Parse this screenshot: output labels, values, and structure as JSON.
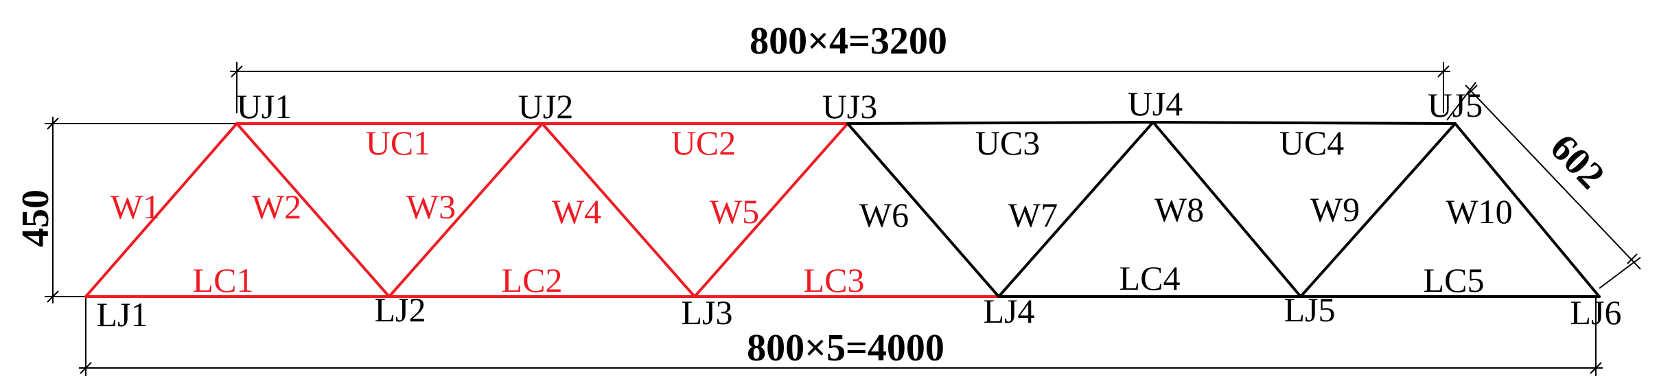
{
  "colors": {
    "highlight": "#ee1c24",
    "normal": "#000000"
  },
  "joints": [
    {
      "id": "UJ1",
      "label": "UJ1"
    },
    {
      "id": "UJ2",
      "label": "UJ2"
    },
    {
      "id": "UJ3",
      "label": "UJ3"
    },
    {
      "id": "UJ4",
      "label": "UJ4"
    },
    {
      "id": "UJ5",
      "label": "UJ5"
    },
    {
      "id": "LJ1",
      "label": "LJ1"
    },
    {
      "id": "LJ2",
      "label": "LJ2"
    },
    {
      "id": "LJ3",
      "label": "LJ3"
    },
    {
      "id": "LJ4",
      "label": "LJ4"
    },
    {
      "id": "LJ5",
      "label": "LJ5"
    },
    {
      "id": "LJ6",
      "label": "LJ6"
    }
  ],
  "members": [
    {
      "label": "UC1",
      "from": "UJ1",
      "to": "UJ2",
      "highlighted": true
    },
    {
      "label": "UC2",
      "from": "UJ2",
      "to": "UJ3",
      "highlighted": true
    },
    {
      "label": "UC3",
      "from": "UJ3",
      "to": "UJ4",
      "highlighted": false
    },
    {
      "label": "UC4",
      "from": "UJ4",
      "to": "UJ5",
      "highlighted": false
    },
    {
      "label": "LC1",
      "from": "LJ1",
      "to": "LJ2",
      "highlighted": true
    },
    {
      "label": "LC2",
      "from": "LJ2",
      "to": "LJ3",
      "highlighted": true
    },
    {
      "label": "LC3",
      "from": "LJ3",
      "to": "LJ4",
      "highlighted": true
    },
    {
      "label": "LC4",
      "from": "LJ4",
      "to": "LJ5",
      "highlighted": false
    },
    {
      "label": "LC5",
      "from": "LJ5",
      "to": "LJ6",
      "highlighted": false
    },
    {
      "label": "W1",
      "from": "LJ1",
      "to": "UJ1",
      "highlighted": true
    },
    {
      "label": "W2",
      "from": "UJ1",
      "to": "LJ2",
      "highlighted": true
    },
    {
      "label": "W3",
      "from": "LJ2",
      "to": "UJ2",
      "highlighted": true
    },
    {
      "label": "W4",
      "from": "UJ2",
      "to": "LJ3",
      "highlighted": true
    },
    {
      "label": "W5",
      "from": "LJ3",
      "to": "UJ3",
      "highlighted": true
    },
    {
      "label": "W6",
      "from": "UJ3",
      "to": "LJ4",
      "highlighted": false
    },
    {
      "label": "W7",
      "from": "LJ4",
      "to": "UJ4",
      "highlighted": false
    },
    {
      "label": "W8",
      "from": "UJ4",
      "to": "LJ5",
      "highlighted": false
    },
    {
      "label": "W9",
      "from": "LJ5",
      "to": "UJ5",
      "highlighted": false
    },
    {
      "label": "W10",
      "from": "UJ5",
      "to": "LJ6",
      "highlighted": false
    }
  ],
  "dimensions": {
    "top": "800×4=3200",
    "bottom": "800×5=4000",
    "height": "450",
    "diagonal": "602"
  }
}
